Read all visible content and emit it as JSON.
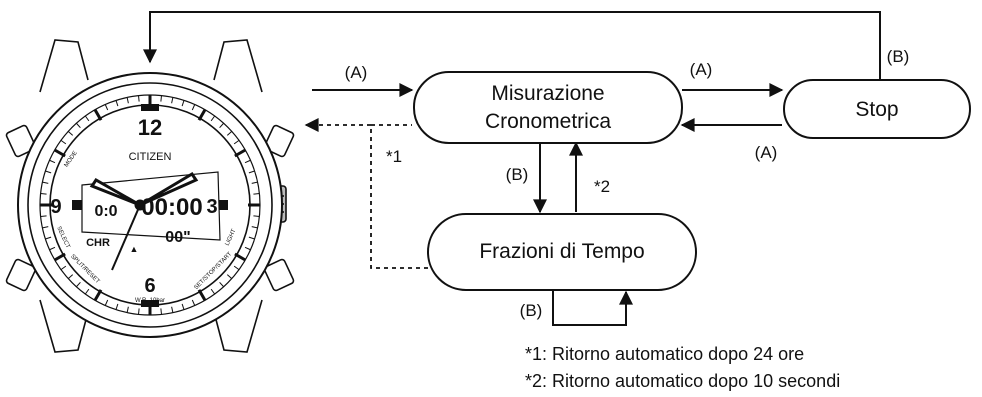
{
  "watch": {
    "brand": "CITIZEN",
    "mode": "CHR",
    "mode_label": "MODE",
    "wr_label": "W.R. 10bar",
    "light_label": "LIGHT",
    "select_label": "SELECT",
    "split_reset_label": "SPLIT/RESET",
    "set_stop_start_label": "SET/STOP/START",
    "numerals": {
      "twelve": "12",
      "three": "3",
      "six": "6",
      "nine": "9"
    },
    "digital_main": "00:00",
    "digital_small": "00\"",
    "digital_left": "0:0"
  },
  "nodes": {
    "misurazione": {
      "line1": "Misurazione",
      "line2": "Cronometrica"
    },
    "stop": {
      "label": "Stop"
    },
    "frazioni": {
      "label": "Frazioni di Tempo"
    }
  },
  "edges": {
    "entry_a": "(A)",
    "to_stop_a": "(A)",
    "from_stop_a": "(A)",
    "stop_to_watch_b": "(B)",
    "to_frazioni_b": "(B)",
    "self_loop_b": "(B)",
    "auto_return_1": "*1",
    "auto_return_2": "*2"
  },
  "notes": {
    "note1": "*1: Ritorno automatico dopo 24 ore",
    "note2": "*2: Ritorno automatico dopo 10 secondi"
  }
}
